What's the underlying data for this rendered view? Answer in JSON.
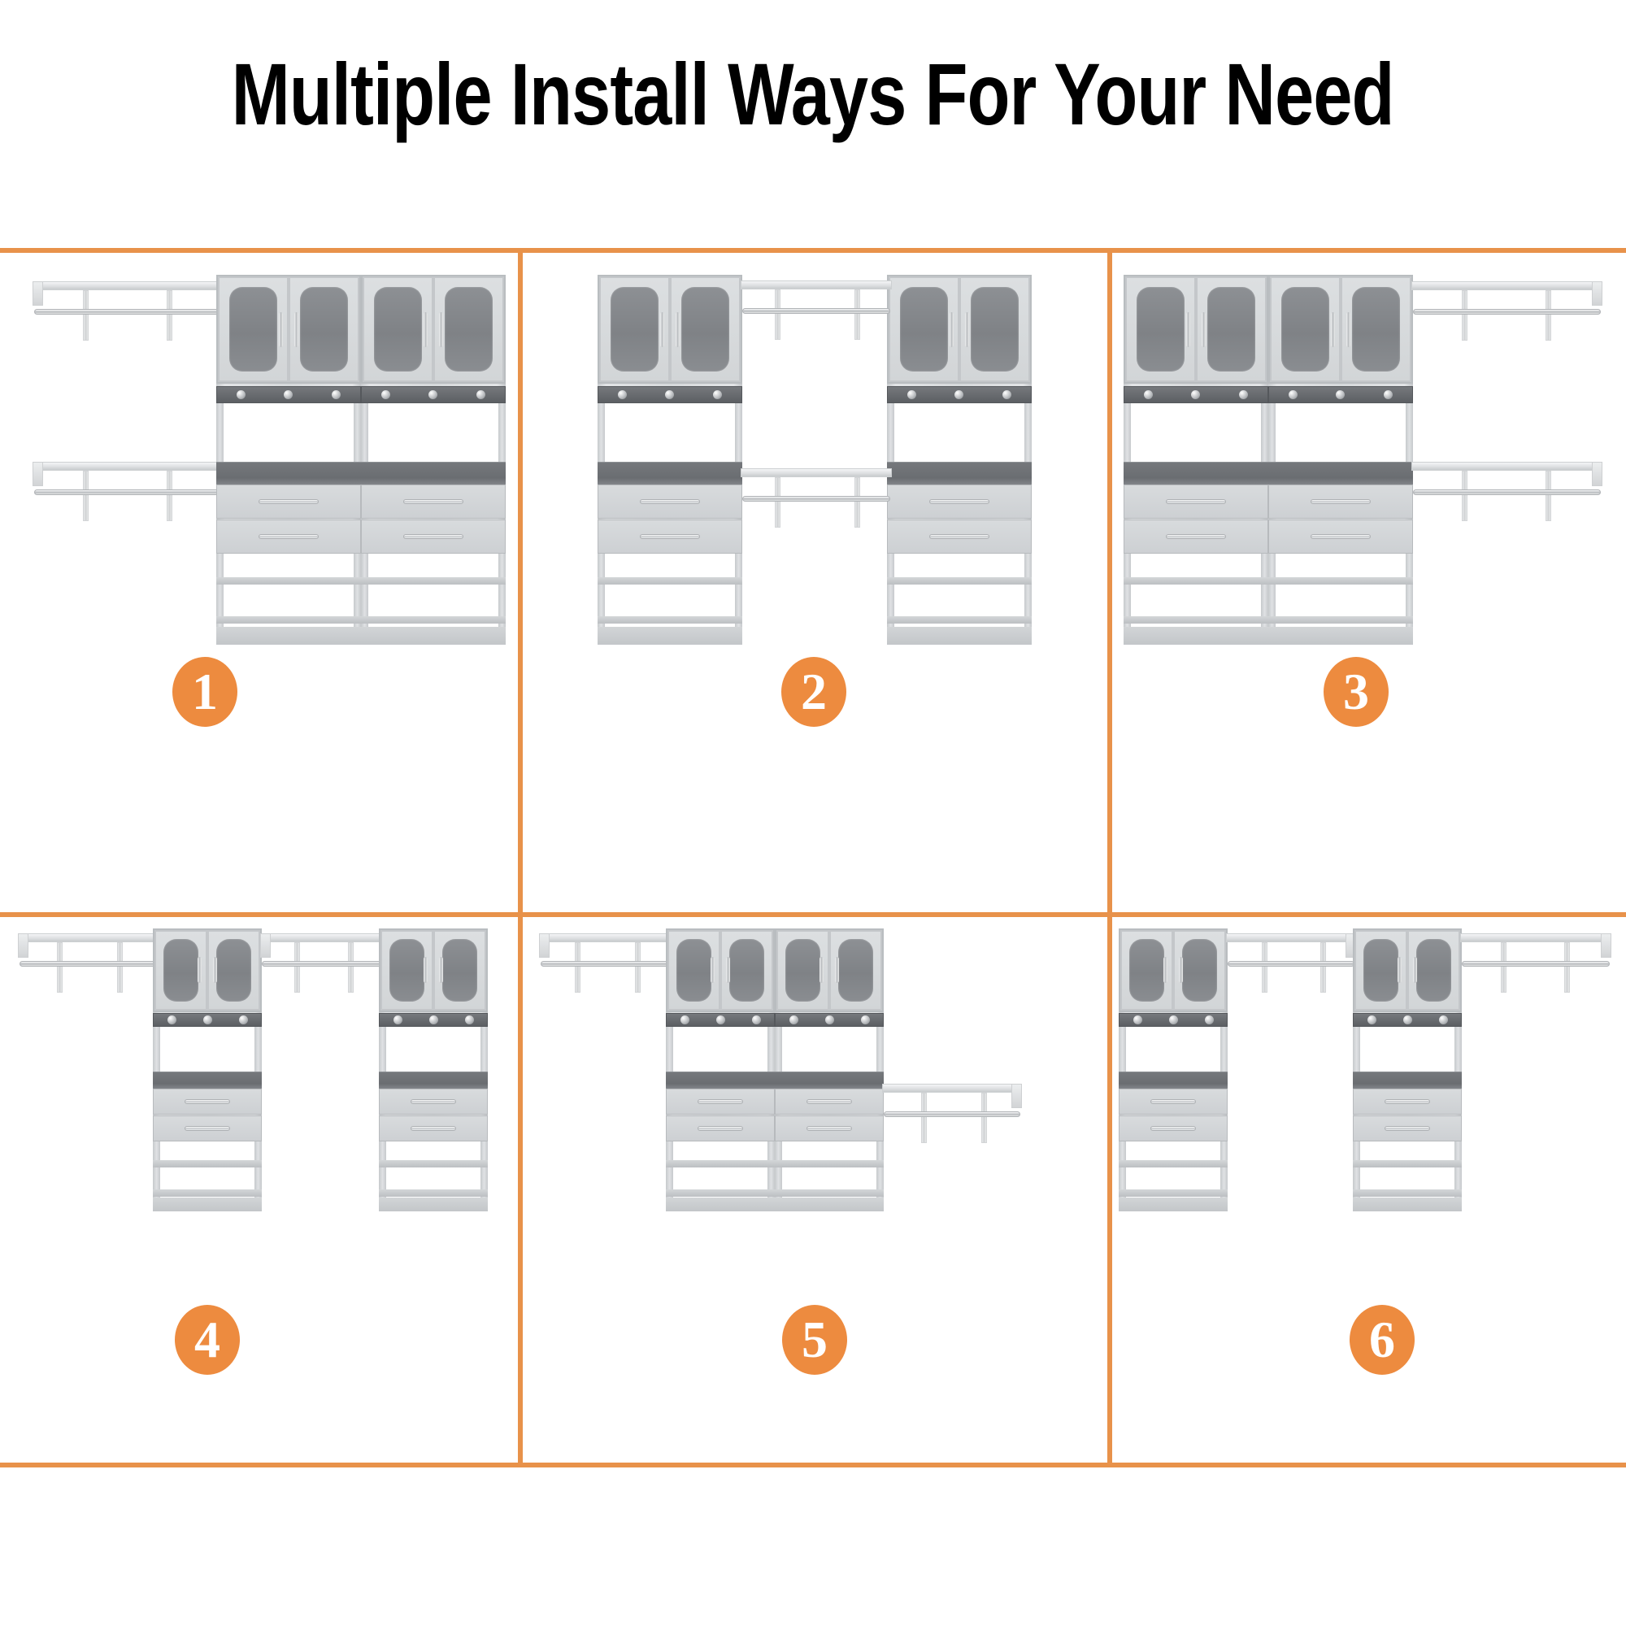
{
  "header": {
    "title": "Multiple Install Ways For Your Need"
  },
  "colors": {
    "accent_orange": "#E8924A",
    "badge_orange": "#ED8B3F",
    "title_black": "#000000",
    "cabinet_light_grey": "#D6D9DB",
    "cabinet_dark_panel": "#84878B",
    "shelf_dark_grey": "#6A6D71",
    "background_white": "#FFFFFF"
  },
  "layout": {
    "grid_rows": 2,
    "grid_cols": 3,
    "total_options": 6
  },
  "options": [
    {
      "badge": "1",
      "name": "two-towers-joined-rods-left",
      "towers": 2,
      "tower_arrangement": "adjacent-pair",
      "rods": [
        {
          "position": "upper-left"
        },
        {
          "position": "lower-left"
        }
      ]
    },
    {
      "badge": "2",
      "name": "two-towers-split-rods-center",
      "towers": 2,
      "tower_arrangement": "split-left-right",
      "rods": [
        {
          "position": "upper-center"
        },
        {
          "position": "lower-center"
        }
      ]
    },
    {
      "badge": "3",
      "name": "two-towers-joined-rods-right",
      "towers": 2,
      "tower_arrangement": "adjacent-pair",
      "rods": [
        {
          "position": "upper-right"
        },
        {
          "position": "lower-right"
        }
      ]
    },
    {
      "badge": "4",
      "name": "two-single-towers-rods-left-of-each",
      "towers": 2,
      "tower_arrangement": "separated-singles",
      "rods": [
        {
          "position": "upper-far-left"
        },
        {
          "position": "upper-mid-left"
        }
      ]
    },
    {
      "badge": "5",
      "name": "two-towers-joined-rod-left-and-mid-right",
      "towers": 2,
      "tower_arrangement": "adjacent-pair",
      "rods": [
        {
          "position": "upper-left"
        },
        {
          "position": "mid-right"
        }
      ]
    },
    {
      "badge": "6",
      "name": "two-single-towers-rods-right-of-each",
      "towers": 2,
      "tower_arrangement": "separated-singles",
      "rods": [
        {
          "position": "upper-mid-right"
        },
        {
          "position": "upper-far-right"
        }
      ]
    }
  ],
  "tower_parts": {
    "upper_cabinet": "2-door upper cabinet with frosted panel inserts",
    "hook_rail": "hook rail with 3 chrome knobs",
    "open_bay": "open hanging bay",
    "dark_shelf": "dark grey shelf band",
    "drawers": 2,
    "lower_shelves": 2,
    "plinth": "base plinth",
    "hook_count": 3
  }
}
